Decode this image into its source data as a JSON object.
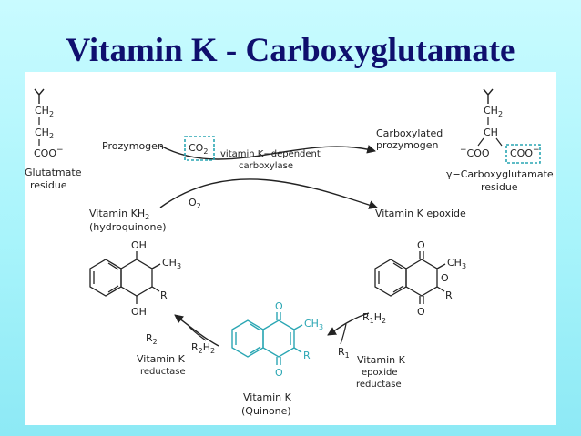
{
  "slide": {
    "title": "Vitamin K - Carboxyglutamate"
  },
  "colors": {
    "title": "#0f0f6e",
    "cyan": "#2aa6b3",
    "ink": "#222222",
    "bg": "#b5f6fc"
  },
  "labels": {
    "ch2": "CH",
    "sub2": "2",
    "coo": "COO",
    "minus": "−",
    "ch": "CH",
    "glutamate_residue_1": "Glutatmate",
    "glutamate_residue_2": "residue",
    "prozymogen": "Prozymogen",
    "co": "CO",
    "o": "O",
    "enzyme_1": "vitamin K−dependent",
    "enzyme_2": "carboxylase",
    "carboxylated_1": "Carboxylated",
    "carboxylated_2": "prozymogen",
    "gla_1": "γ−Carboxyglutamate",
    "gla_2": "residue",
    "vitk_hydro_1": "Vitamin KH",
    "vitk_hydro_2": "(hydroquinone)",
    "vitk_epoxide": "Vitamin K epoxide",
    "oh": "OH",
    "ch3": "CH",
    "sub3": "3",
    "r": "R",
    "r1": "R",
    "r2": "R",
    "sub1": "1",
    "vitk_reductase_1": "Vitamin K",
    "vitk_reductase_2": "reductase",
    "epox_red_1": "Vitamin K",
    "epox_red_2": "epoxide",
    "epox_red_3": "reductase",
    "quinone_1": "Vitamin K",
    "quinone_2": "(Quinone)"
  }
}
